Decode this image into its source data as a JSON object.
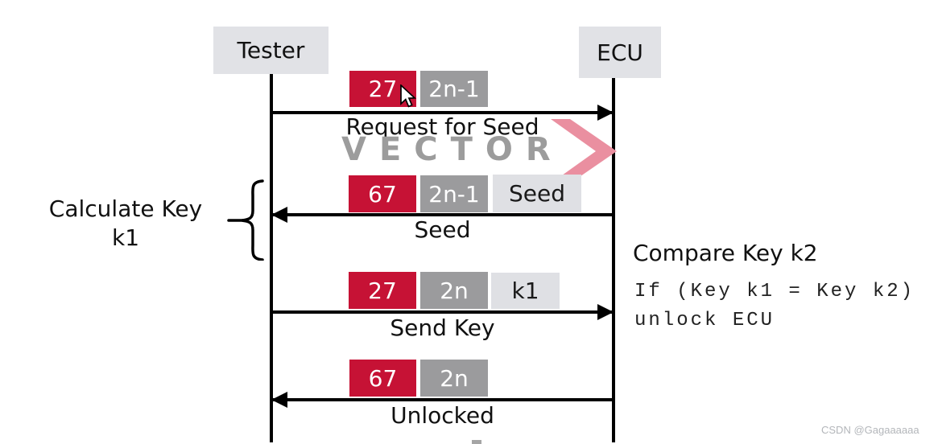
{
  "actors": {
    "tester": "Tester",
    "ecu": "ECU"
  },
  "messages": [
    {
      "direction": "tester-to-ecu",
      "label": "Request for Seed",
      "badges": [
        {
          "text": "27",
          "type": "service-red"
        },
        {
          "text": "2n-1",
          "type": "subfunction-gray"
        }
      ]
    },
    {
      "direction": "ecu-to-tester",
      "label": "Seed",
      "badges": [
        {
          "text": "67",
          "type": "service-red"
        },
        {
          "text": "2n-1",
          "type": "subfunction-gray"
        },
        {
          "text": "Seed",
          "type": "data-light"
        }
      ]
    },
    {
      "direction": "tester-to-ecu",
      "label": "Send Key",
      "badges": [
        {
          "text": "27",
          "type": "service-red"
        },
        {
          "text": "2n",
          "type": "subfunction-gray"
        },
        {
          "text": "k1",
          "type": "data-light"
        }
      ]
    },
    {
      "direction": "ecu-to-tester",
      "label": "Unlocked",
      "badges": [
        {
          "text": "67",
          "type": "service-red"
        },
        {
          "text": "2n",
          "type": "subfunction-gray"
        }
      ]
    }
  ],
  "annotations": {
    "calculate_key": {
      "line1": "Calculate Key",
      "line2": "k1"
    },
    "compare_key": {
      "title": "Compare Key k2",
      "code_line1": "If (Key k1 = Key k2)",
      "code_line2": "unlock ECU"
    }
  },
  "logo": {
    "text": "VECTOR",
    "chevron_icon": "vector-chevron-icon"
  },
  "cursor_icon": "mouse-cursor-icon",
  "watermark": "CSDN @Gagaaaaaa",
  "colors": {
    "badge_red": "#C61235",
    "badge_gray": "#9B9B9D",
    "badge_light": "#DFE0E4",
    "actor_box": "#E1E2E6",
    "logo_gray": "#9C9C9C",
    "chevron_pink": "#EA8FA0",
    "line_black": "#000000",
    "watermark_gray": "#B3B6BA"
  }
}
